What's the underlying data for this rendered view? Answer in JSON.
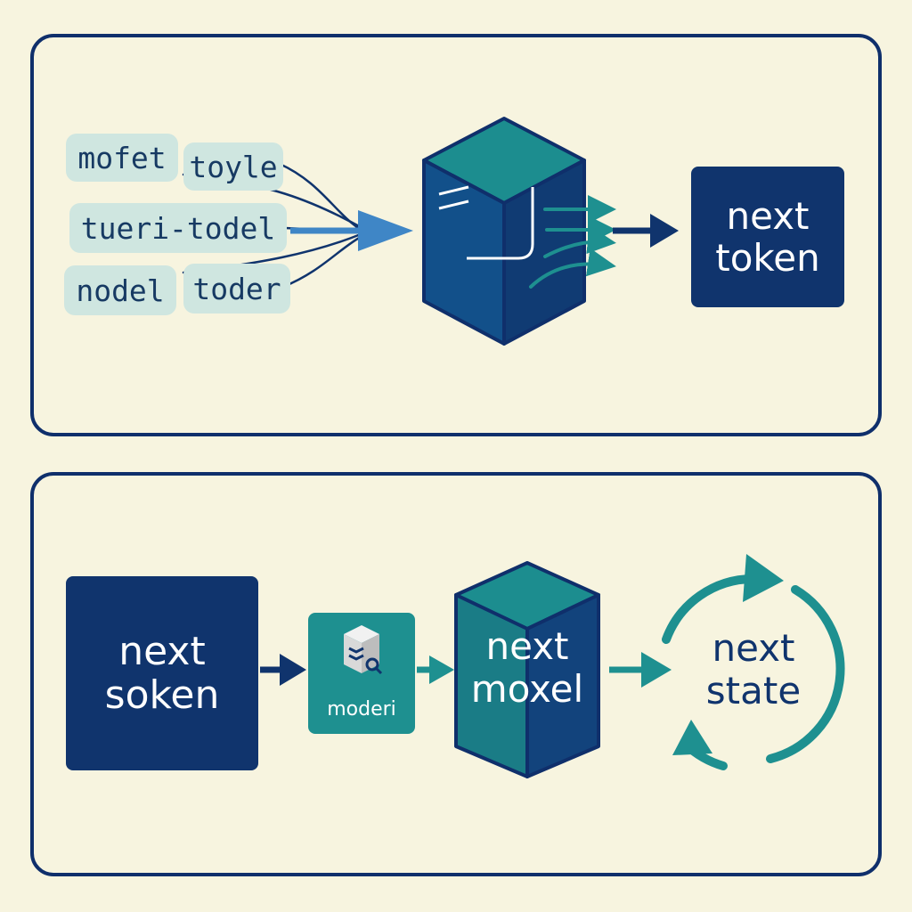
{
  "top_panel": {
    "input_tokens": [
      "mofet",
      "toyle",
      "tueri-todel",
      "nodel",
      "toder"
    ],
    "output_box": {
      "line1": "next",
      "line2": "token"
    }
  },
  "bottom_panel": {
    "input_box": {
      "line1": "next",
      "line2": "soken"
    },
    "model_card": {
      "label": "moderi"
    },
    "cube": {
      "line1": "next",
      "line2": "moxel"
    },
    "cycle": {
      "line1": "next",
      "line2": "state"
    }
  },
  "icons": {
    "top_cube": "server-cube-icon",
    "model_card": "document-search-icon",
    "cycle": "refresh-cycle-icon"
  },
  "colors": {
    "background": "#f7f4df",
    "navy": "#10346d",
    "teal": "#1e9090",
    "chip": "#cfe6e0",
    "arrow_blue": "#3f86c6"
  }
}
